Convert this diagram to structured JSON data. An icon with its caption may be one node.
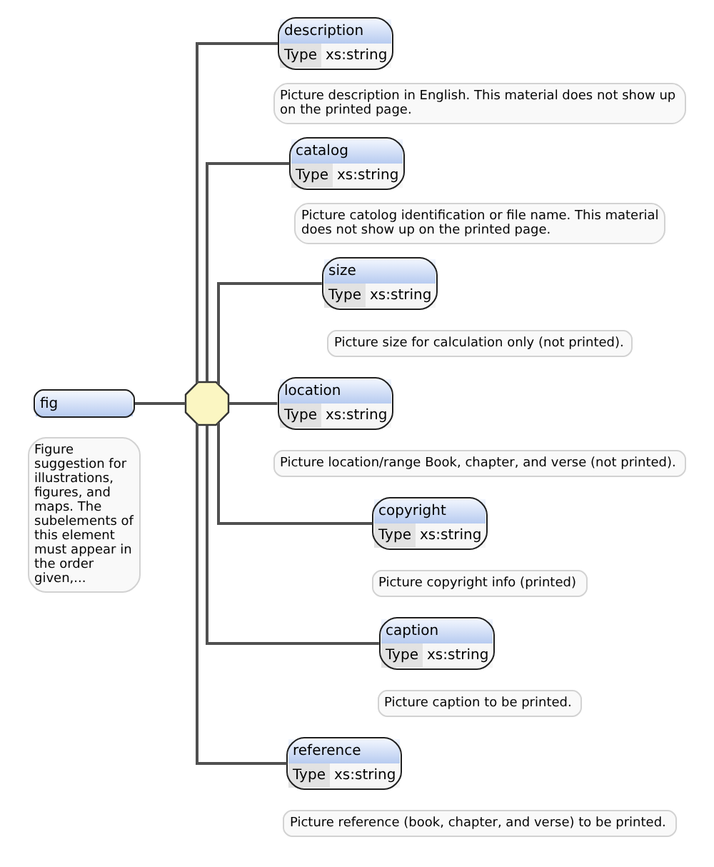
{
  "diagram": {
    "nodes": [
      {
        "text": [
          "fig"
        ],
        "beside": [
          "Figure suggestion for illustrations, figures, and maps. The subelements of this element must appear in the order given,..."
        ]
      },
      {
        "text": [],
        "shape": "octagon"
      },
      {
        "text": [
          "description",
          "Type",
          "xs:string"
        ],
        "beside": [
          "Picture description in English. This material does not show up on the printed page."
        ]
      },
      {
        "text": [
          "catalog",
          "Type",
          "xs:string"
        ],
        "beside": [
          "Picture catolog identification or file name. This material does not show up on the printed page."
        ]
      },
      {
        "text": [
          "size",
          "Type",
          "xs:string"
        ],
        "beside": [
          "Picture size for calculation only (not printed)."
        ]
      },
      {
        "text": [
          "location",
          "Type",
          "xs:string"
        ],
        "beside": [
          "Picture location/range Book, chapter, and verse (not printed)."
        ]
      },
      {
        "text": [
          "copyright",
          "Type",
          "xs:string"
        ],
        "beside": [
          "Picture copyright info (printed)"
        ]
      },
      {
        "text": [
          "caption",
          "Type",
          "xs:string"
        ],
        "beside": [
          "Picture caption to be printed."
        ]
      },
      {
        "text": [
          "reference",
          "Type",
          "xs:string"
        ],
        "beside": [
          "Picture reference (book, chapter, and verse) to be printed."
        ]
      }
    ],
    "edges": [
      {
        "from": 0,
        "to": 1,
        "arrow": "none"
      },
      {
        "from": 1,
        "to": 2,
        "arrow": "none"
      },
      {
        "from": 1,
        "to": 3,
        "arrow": "none"
      },
      {
        "from": 1,
        "to": 4,
        "arrow": "none"
      },
      {
        "from": 1,
        "to": 5,
        "arrow": "none"
      },
      {
        "from": 1,
        "to": 6,
        "arrow": "none"
      },
      {
        "from": 1,
        "to": 7,
        "arrow": "none"
      },
      {
        "from": 1,
        "to": 8,
        "arrow": "none"
      }
    ]
  }
}
